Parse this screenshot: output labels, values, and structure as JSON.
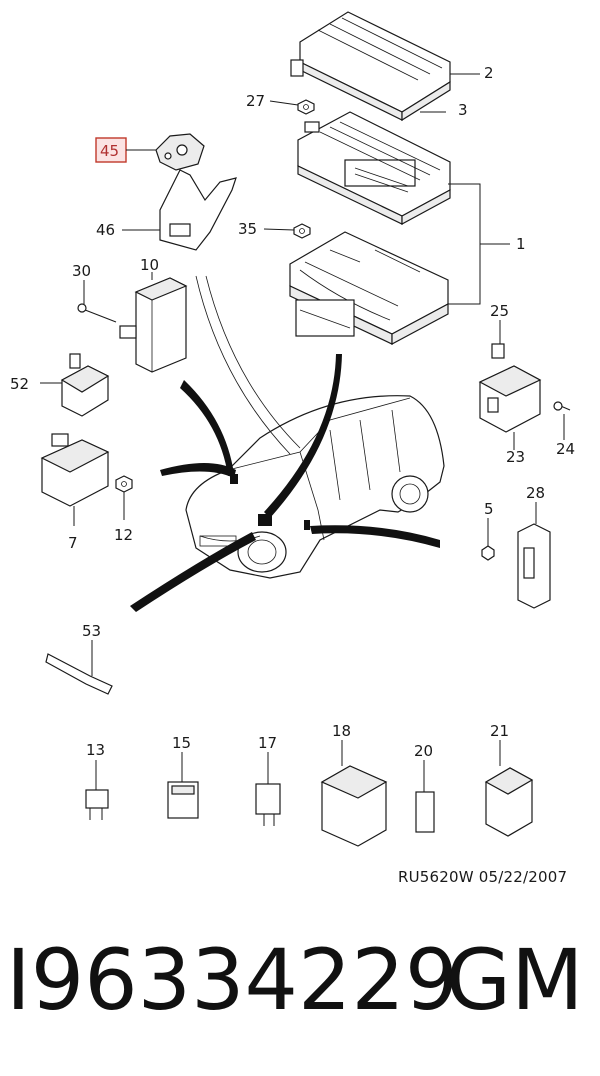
{
  "diagram": {
    "reference": "RU5620W  05/22/2007",
    "highlighted_callout": "45",
    "callouts": {
      "c1": "1",
      "c2": "2",
      "c3": "3",
      "c5": "5",
      "c7": "7",
      "c10": "10",
      "c12": "12",
      "c13": "13",
      "c15": "15",
      "c17": "17",
      "c18": "18",
      "c20": "20",
      "c21": "21",
      "c23": "23",
      "c24": "24",
      "c25": "25",
      "c27": "27",
      "c28": "28",
      "c30": "30",
      "c35": "35",
      "c46": "46",
      "c52": "52",
      "c53": "53"
    }
  },
  "footer": {
    "part_number": "I96334229",
    "brand": "GM"
  }
}
